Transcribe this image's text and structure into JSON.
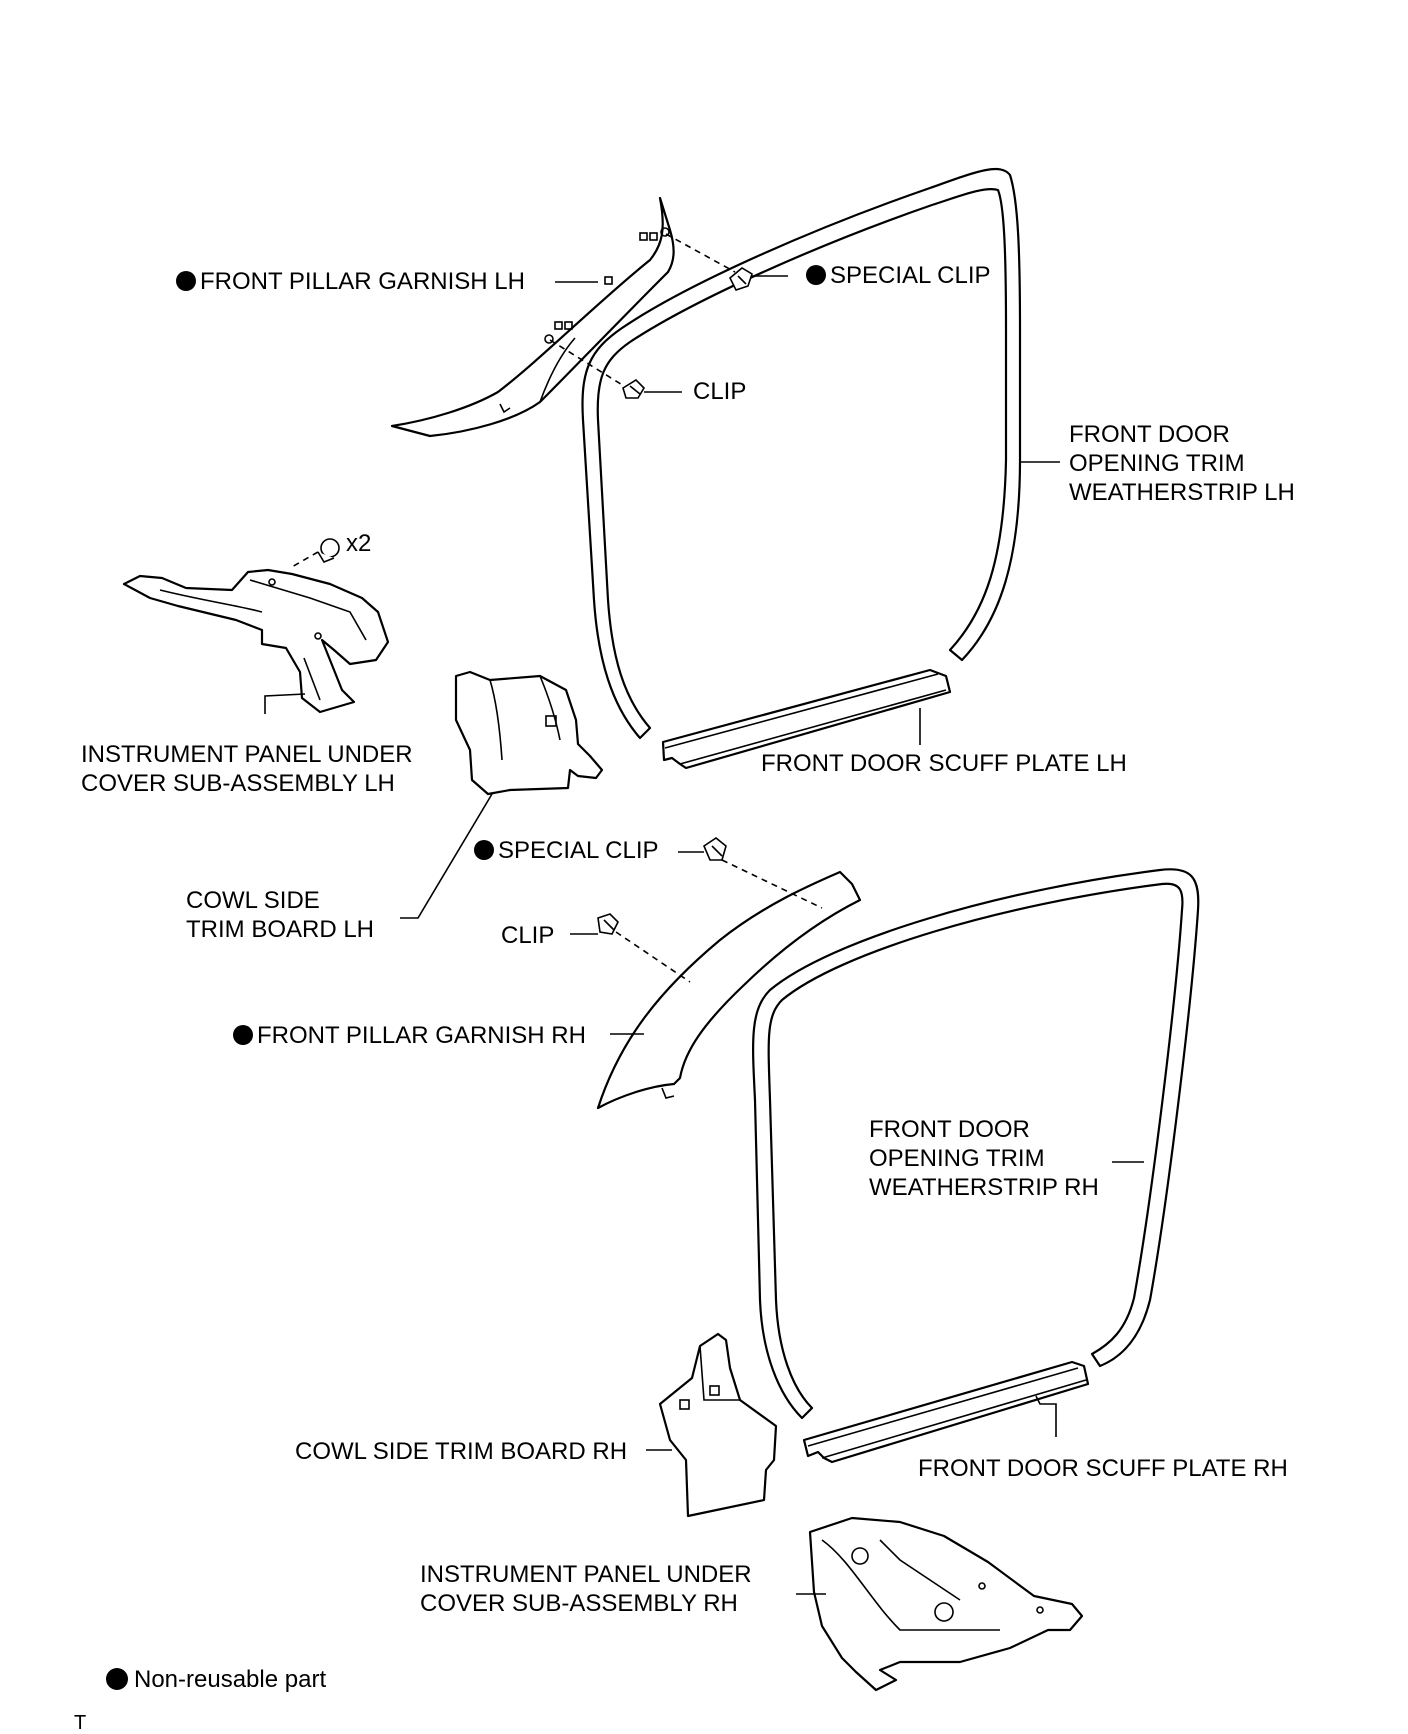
{
  "labels": {
    "front_pillar_garnish_lh": "FRONT PILLAR GARNISH LH",
    "special_clip_top": "SPECIAL CLIP",
    "clip_top": "CLIP",
    "front_door_opening_trim_lh": "FRONT DOOR\nOPENING TRIM\nWEATHERSTRIP LH",
    "bolt_qty": "x2",
    "instrument_panel_under_cover_lh": "INSTRUMENT PANEL UNDER\nCOVER SUB-ASSEMBLY LH",
    "front_door_scuff_plate_lh": "FRONT DOOR SCUFF PLATE LH",
    "special_clip_bottom": "SPECIAL CLIP",
    "cowl_side_trim_board_lh": "COWL SIDE\nTRIM BOARD LH",
    "clip_bottom": "CLIP",
    "front_pillar_garnish_rh": "FRONT PILLAR GARNISH RH",
    "front_door_opening_trim_rh": "FRONT DOOR\nOPENING TRIM\nWEATHERSTRIP RH",
    "cowl_side_trim_board_rh": "COWL SIDE TRIM BOARD RH",
    "front_door_scuff_plate_rh": "FRONT DOOR SCUFF PLATE RH",
    "instrument_panel_under_cover_rh": "INSTRUMENT PANEL UNDER\nCOVER SUB-ASSEMBLY RH"
  },
  "legend": {
    "text": "Non-reusable part"
  },
  "footer": {
    "mark": "T"
  },
  "colors": {
    "ink": "#000000",
    "paper": "#ffffff"
  }
}
